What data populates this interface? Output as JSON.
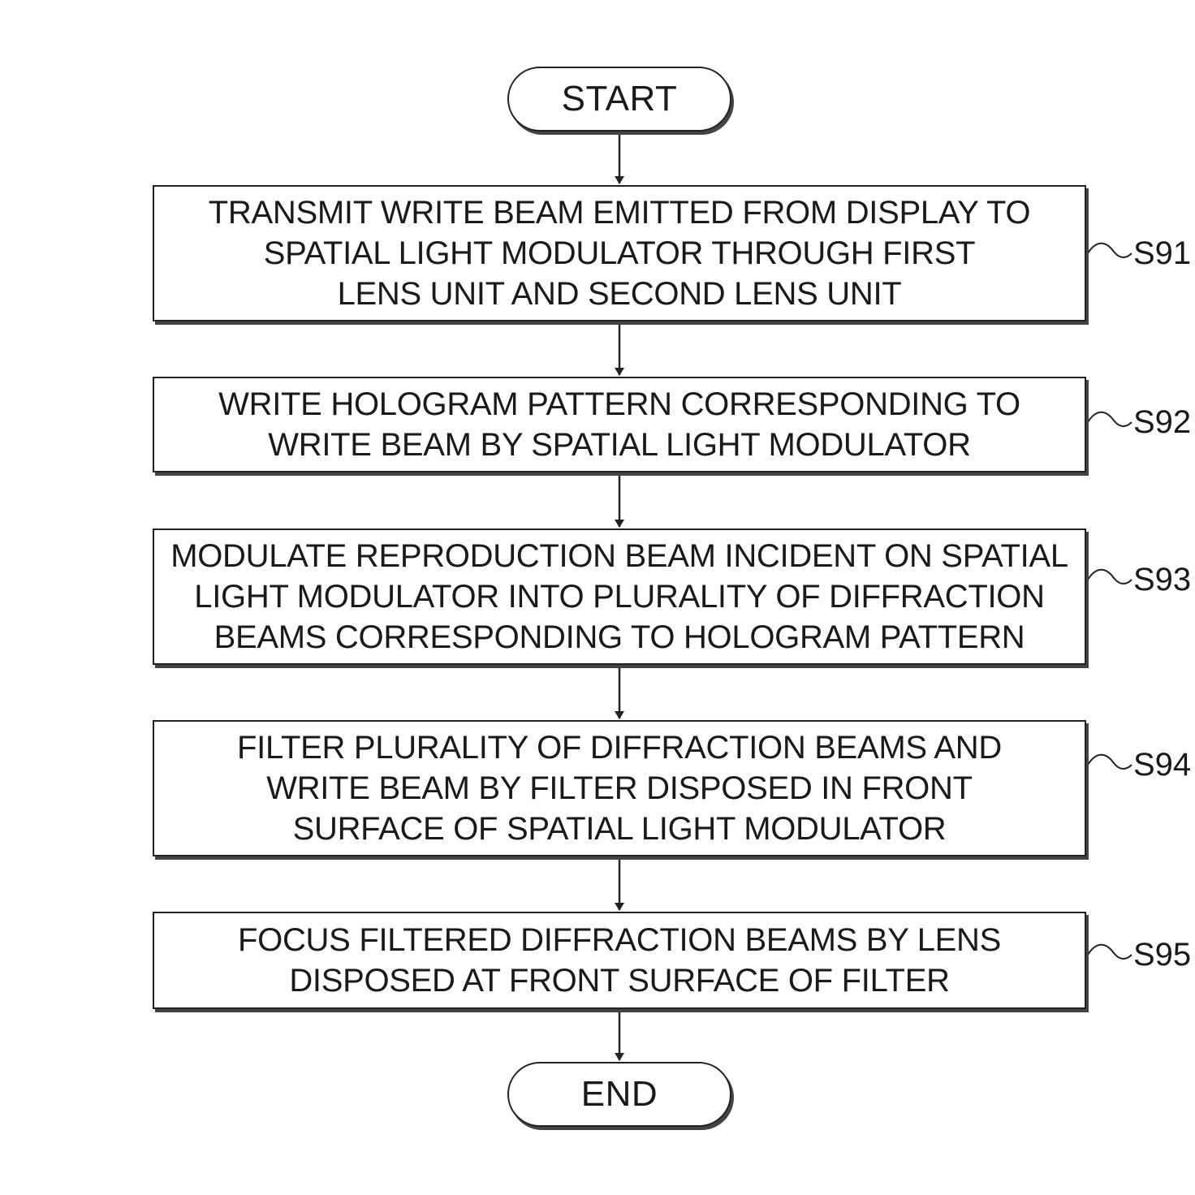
{
  "start": "START",
  "end": "END",
  "steps": [
    {
      "id": "S91",
      "text": "TRANSMIT WRITE BEAM EMITTED FROM DISPLAY TO\nSPATIAL LIGHT MODULATOR THROUGH FIRST\nLENS UNIT AND SECOND LENS UNIT"
    },
    {
      "id": "S92",
      "text": "WRITE HOLOGRAM PATTERN CORRESPONDING TO\nWRITE BEAM BY SPATIAL LIGHT MODULATOR"
    },
    {
      "id": "S93",
      "text": "MODULATE REPRODUCTION BEAM INCIDENT ON SPATIAL\nLIGHT MODULATOR INTO PLURALITY OF DIFFRACTION\nBEAMS CORRESPONDING TO HOLOGRAM PATTERN"
    },
    {
      "id": "S94",
      "text": "FILTER PLURALITY OF DIFFRACTION BEAMS AND\nWRITE BEAM BY FILTER DISPOSED IN FRONT\nSURFACE OF SPATIAL LIGHT MODULATOR"
    },
    {
      "id": "S95",
      "text": "FOCUS FILTERED DIFFRACTION BEAMS BY LENS\nDISPOSED AT FRONT SURFACE OF FILTER"
    }
  ]
}
